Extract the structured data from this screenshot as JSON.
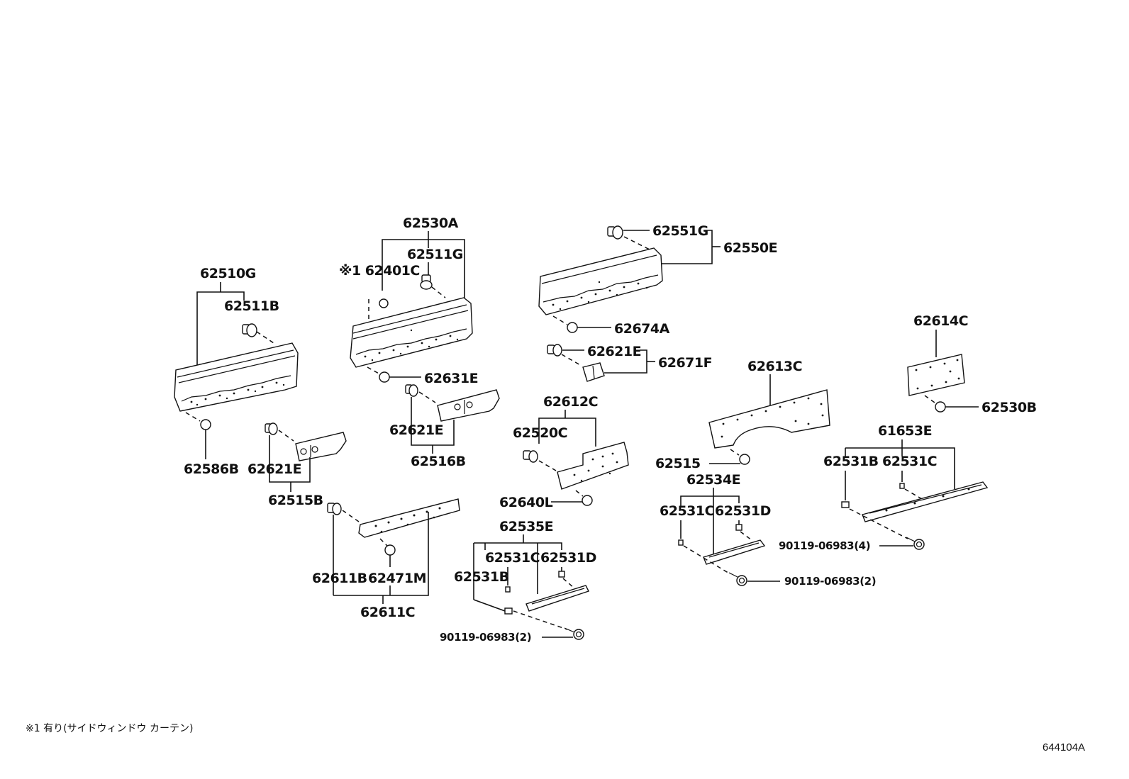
{
  "labels": {
    "l62510G": "62510G",
    "l62511B": "62511B",
    "l62586B": "62586B",
    "l62621E_a": "62621E",
    "l62515B": "62515B",
    "l62530A": "62530A",
    "l62511G": "62511G",
    "l62401C": "※1 62401C",
    "l62631E": "62631E",
    "l62621E_b": "62621E",
    "l62516B": "62516B",
    "l62611B": "62611B",
    "l62471M": "62471M",
    "l62611C": "62611C",
    "l62551G": "62551G",
    "l62550E": "62550E",
    "l62674A": "62674A",
    "l62621E_c": "62621E",
    "l62671F": "62671F",
    "l62612C": "62612C",
    "l62520C": "62520C",
    "l62640L": "62640L",
    "l62535E": "62535E",
    "l62531C_a": "62531C",
    "l62531D_a": "62531D",
    "l62531B_a": "62531B",
    "l90119_a": "90119-06983(2)",
    "l62613C": "62613C",
    "l62515": "62515",
    "l62534E": "62534E",
    "l62531C_b": "62531C",
    "l62531D_b": "62531D",
    "l90119_b": "90119-06983(2)",
    "l62614C": "62614C",
    "l62530B": "62530B",
    "l61653E": "61653E",
    "l62531B_b": "62531B",
    "l62531C_c": "62531C",
    "l90119_c": "90119-06983(4)"
  },
  "footnote": "※1 有り(サイドウィンドウ カーテン)",
  "diagram_code": "644104A"
}
